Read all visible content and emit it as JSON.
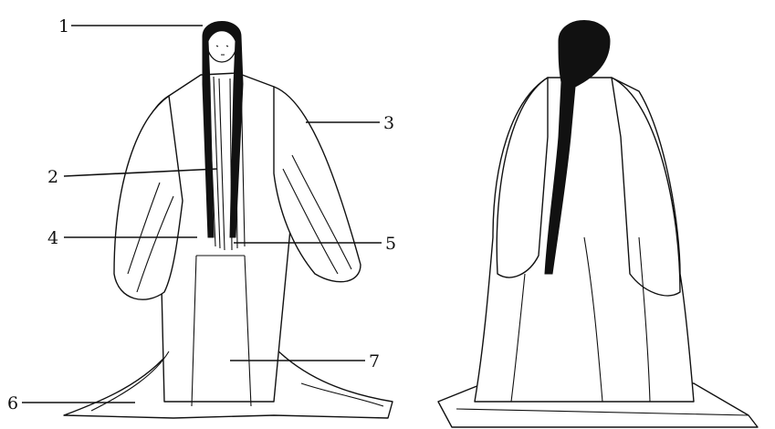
{
  "figures": [
    {
      "id": "front-view"
    },
    {
      "id": "back-view"
    }
  ],
  "labels": [
    {
      "id": "1",
      "text": "1"
    },
    {
      "id": "2",
      "text": "2"
    },
    {
      "id": "3",
      "text": "3"
    },
    {
      "id": "4",
      "text": "4"
    },
    {
      "id": "5",
      "text": "5"
    },
    {
      "id": "6",
      "text": "6"
    },
    {
      "id": "7",
      "text": "7"
    }
  ],
  "colors": {
    "ink": "#111111",
    "paper": "#ffffff"
  }
}
